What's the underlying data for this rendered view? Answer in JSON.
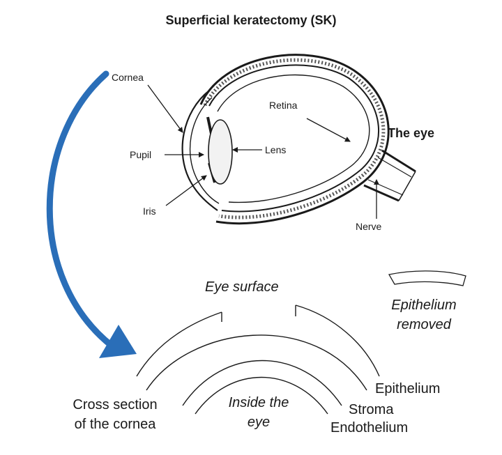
{
  "title": "Superficial keratectomy (SK)",
  "eye": {
    "heading": "The eye",
    "labels": {
      "cornea": "Cornea",
      "retina": "Retina",
      "pupil": "Pupil",
      "lens": "Lens",
      "iris": "Iris",
      "nerve": "Nerve"
    }
  },
  "cross_section": {
    "eye_surface": "Eye surface",
    "epithelium_removed": [
      "Epithelium",
      "removed"
    ],
    "inside_the_eye": [
      "Inside the",
      "eye"
    ],
    "caption": [
      "Cross section",
      "of the cornea"
    ],
    "layers": [
      "Epithelium",
      "Stroma",
      "Endothelium"
    ]
  },
  "colors": {
    "arrow": "#2a6eb8",
    "line": "#1a1a1a",
    "background": "#ffffff"
  }
}
